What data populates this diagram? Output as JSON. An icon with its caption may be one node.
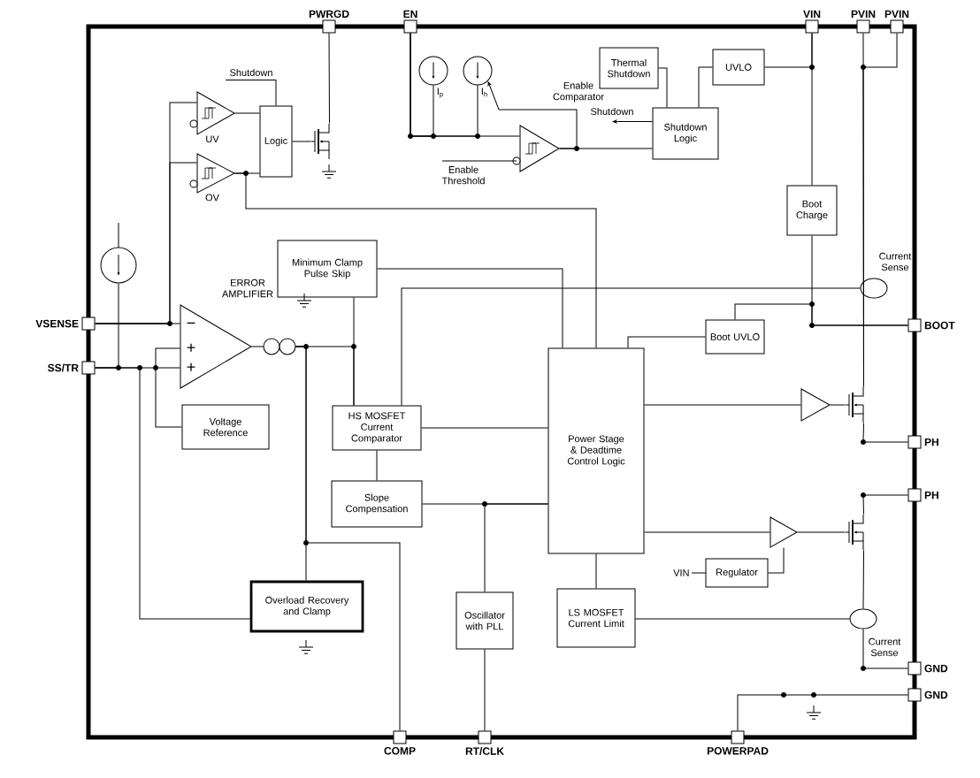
{
  "diagram": {
    "nodes": [
      {
        "text": [
          "PWRGD"
        ]
      },
      {
        "text": [
          "EN"
        ]
      },
      {
        "text": [
          "VIN"
        ]
      },
      {
        "text": [
          "PVIN"
        ]
      },
      {
        "text": [
          "PVIN"
        ]
      },
      {
        "text": [
          "VSENSE"
        ]
      },
      {
        "text": [
          "SS/TR"
        ]
      },
      {
        "text": [
          "BOOT"
        ]
      },
      {
        "text": [
          "PH"
        ]
      },
      {
        "text": [
          "PH"
        ]
      },
      {
        "text": [
          "GND"
        ]
      },
      {
        "text": [
          "GND"
        ]
      },
      {
        "text": [
          "COMP"
        ]
      },
      {
        "text": [
          "RT/CLK"
        ]
      },
      {
        "text": [
          "POWERPAD"
        ]
      },
      {
        "text": [
          "Logic"
        ]
      },
      {
        "text": [
          "Shutdown"
        ]
      },
      {
        "text": [
          "UV"
        ]
      },
      {
        "text": [
          "OV"
        ]
      },
      {
        "text": [
          "Enable Comparator"
        ]
      },
      {
        "text": [
          "I$_{p}$"
        ]
      },
      {
        "text": [
          "I$_{h}$"
        ]
      },
      {
        "text": [
          "Thermal Shutdown"
        ]
      },
      {
        "text": [
          "UVLO"
        ]
      },
      {
        "text": [
          "Shutdown Logic"
        ]
      },
      {
        "text": [
          "Shutdown"
        ]
      },
      {
        "text": [],
        "shape": "circle"
      },
      {
        "text": [
          "Minimum Clamp Pulse Skip"
        ]
      },
      {
        "text": [
          "ERROR AMPLIFIER",
          "−",
          "+",
          "+"
        ]
      },
      {
        "text": [],
        "shape": "circle"
      },
      {
        "text": [
          "Voltage Reference"
        ]
      },
      {
        "text": [
          "HS MOSFET Current Comparator"
        ]
      },
      {
        "text": [
          "Slope Compensation"
        ]
      },
      {
        "text": [
          "Power Stage & Deadtime Control Logic"
        ]
      },
      {
        "text": [
          "Overload Recovery and Clamp"
        ]
      },
      {
        "text": [
          "Oscillator with PLL"
        ]
      },
      {
        "text": [
          "LS MOSFET Current Limit"
        ]
      },
      {
        "text": [
          "Regulator"
        ],
        "beside": [
          "VIN"
        ]
      },
      {
        "text": [
          "Boot UVLO"
        ]
      },
      {
        "text": [
          "Boot Charge"
        ]
      },
      {
        "text": [
          "Current Sense"
        ]
      },
      {
        "text": [],
        "shape": "triangle"
      },
      {
        "text": [],
        "shape": "transistor"
      },
      {
        "text": [],
        "shape": "triangle"
      },
      {
        "text": [],
        "shape": "transistor"
      },
      {
        "text": [
          "Current Sense"
        ]
      },
      {
        "text": [],
        "shape": "transistor"
      }
    ],
    "edges": [
      {
        "from": 46,
        "to": 0,
        "arrow": "none"
      },
      {
        "from": 15,
        "to": 46,
        "arrow": "none"
      },
      {
        "from": 16,
        "to": 15,
        "arrow": "none"
      },
      {
        "from": 17,
        "to": 15,
        "arrow": "none"
      },
      {
        "from": 18,
        "to": 15,
        "arrow": "none"
      },
      {
        "from": 1,
        "to": 19,
        "arrow": "none"
      },
      {
        "from": 20,
        "to": 1,
        "arrow": "none"
      },
      {
        "from": 21,
        "to": 1,
        "arrow": "none"
      },
      {
        "from": 19,
        "to": 24,
        "arrow": "none"
      },
      {
        "from": 22,
        "to": 24,
        "arrow": "none"
      },
      {
        "from": 23,
        "to": 24,
        "arrow": "none"
      },
      {
        "from": 2,
        "to": 23,
        "arrow": "none"
      },
      {
        "from": 24,
        "to": 25,
        "arrow": "to"
      },
      {
        "from": 18,
        "to": 33,
        "arrow": "none"
      },
      {
        "from": 2,
        "to": 39,
        "arrow": "none"
      },
      {
        "from": 39,
        "to": 7,
        "arrow": "none"
      },
      {
        "from": 38,
        "to": 7,
        "arrow": "none"
      },
      {
        "from": 3,
        "to": 42,
        "arrow": "none"
      },
      {
        "from": 4,
        "to": 42,
        "arrow": "none"
      },
      {
        "from": 42,
        "to": 8,
        "arrow": "none"
      },
      {
        "from": 44,
        "to": 9,
        "arrow": "none"
      },
      {
        "from": 44,
        "to": 45,
        "arrow": "none"
      },
      {
        "from": 45,
        "to": 10,
        "arrow": "none"
      },
      {
        "from": 45,
        "to": 36,
        "arrow": "none"
      },
      {
        "from": 40,
        "to": 31,
        "arrow": "none"
      },
      {
        "from": 27,
        "to": 33,
        "arrow": "none"
      },
      {
        "from": 28,
        "to": 29,
        "arrow": "none"
      },
      {
        "from": 29,
        "to": 31,
        "arrow": "none"
      },
      {
        "from": 27,
        "to": 31,
        "arrow": "none"
      },
      {
        "from": 29,
        "to": 34,
        "arrow": "none"
      },
      {
        "from": 29,
        "to": 12,
        "arrow": "none"
      },
      {
        "from": 5,
        "to": 28,
        "arrow": "none"
      },
      {
        "from": 6,
        "to": 28,
        "arrow": "none"
      },
      {
        "from": 30,
        "to": 28,
        "arrow": "none"
      },
      {
        "from": 26,
        "to": 6,
        "arrow": "none"
      },
      {
        "from": 6,
        "to": 34,
        "arrow": "none"
      },
      {
        "from": 5,
        "to": 17,
        "arrow": "none"
      },
      {
        "from": 5,
        "to": 18,
        "arrow": "none"
      },
      {
        "from": 32,
        "to": 31,
        "arrow": "none"
      },
      {
        "from": 31,
        "to": 33,
        "arrow": "none"
      },
      {
        "from": 32,
        "to": 33,
        "arrow": "none"
      },
      {
        "from": 35,
        "to": 33,
        "arrow": "none"
      },
      {
        "from": 35,
        "to": 13,
        "arrow": "none"
      },
      {
        "from": 33,
        "to": 36,
        "arrow": "none"
      },
      {
        "from": 33,
        "to": 41,
        "arrow": "none"
      },
      {
        "from": 33,
        "to": 43,
        "arrow": "none"
      },
      {
        "from": 41,
        "to": 42,
        "arrow": "none"
      },
      {
        "from": 43,
        "to": 44,
        "arrow": "none"
      },
      {
        "from": 38,
        "to": 33,
        "arrow": "none"
      },
      {
        "from": 14,
        "to": 11,
        "arrow": "none"
      },
      {
        "from": 37,
        "to": 43,
        "arrow": "none"
      },
      {
        "from": 19,
        "to": 21,
        "arrow": "to"
      }
    ],
    "labels": [
      "Enable Threshold"
    ]
  }
}
